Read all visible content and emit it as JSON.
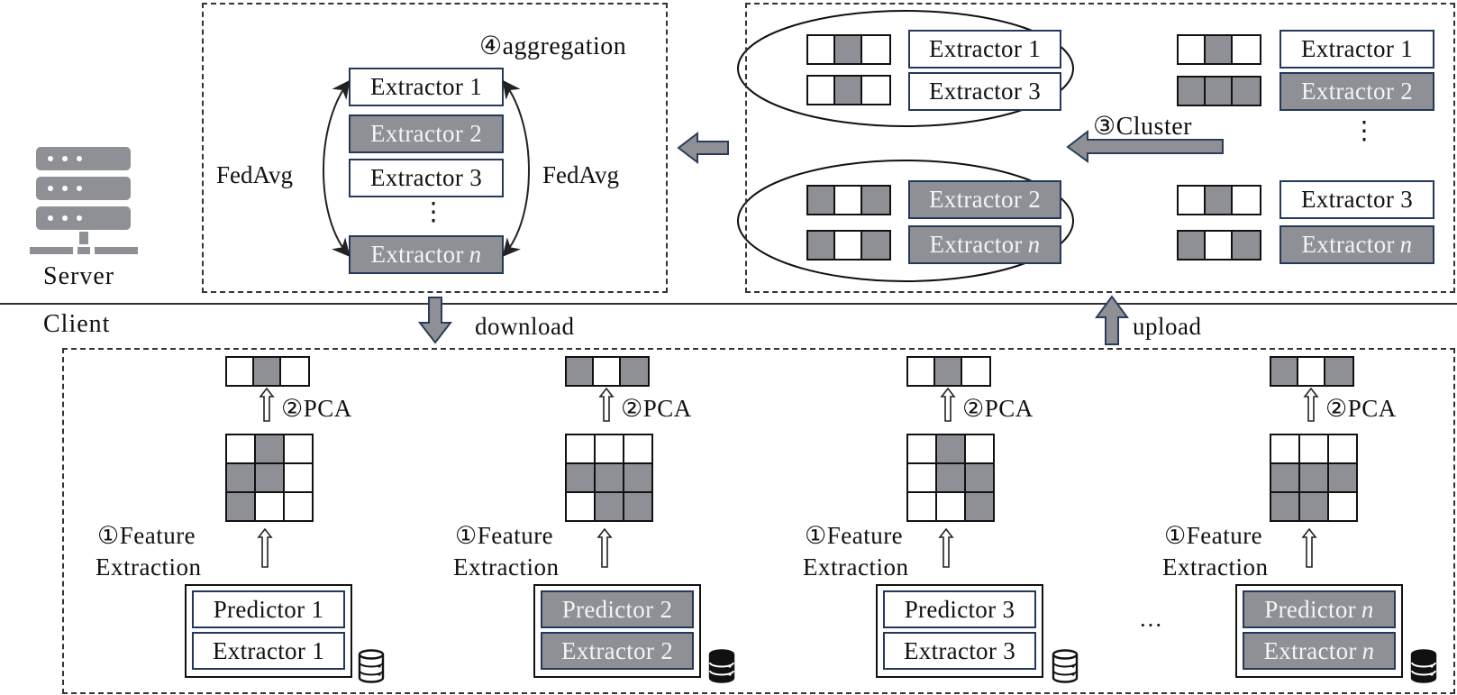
{
  "server": {
    "label": "Server",
    "icon": "server-rack-icon"
  },
  "client_label": "Client",
  "aggregation": {
    "step_label": "④aggregation",
    "fedavg_left": "FedAvg",
    "fedavg_right": "FedAvg",
    "extractors": [
      {
        "name": "Extractor",
        "id": "1",
        "italic_id": false,
        "group": "white"
      },
      {
        "name": "Extractor",
        "id": "2",
        "italic_id": false,
        "group": "gray"
      },
      {
        "name": "Extractor",
        "id": "3",
        "italic_id": false,
        "group": "white"
      },
      {
        "name": "Extractor",
        "id": "n",
        "italic_id": true,
        "group": "gray"
      }
    ],
    "ellipsis": "⋮"
  },
  "cluster": {
    "step_label": "③Cluster",
    "clusters": [
      {
        "members": [
          {
            "name": "Extractor",
            "id": "1",
            "italic_id": false,
            "group": "white",
            "vector": [
              0,
              1,
              0
            ]
          },
          {
            "name": "Extractor",
            "id": "3",
            "italic_id": false,
            "group": "white",
            "vector": [
              0,
              1,
              0
            ]
          }
        ]
      },
      {
        "members": [
          {
            "name": "Extractor",
            "id": "2",
            "italic_id": false,
            "group": "gray",
            "vector": [
              1,
              0,
              1
            ]
          },
          {
            "name": "Extractor",
            "id": "n",
            "italic_id": true,
            "group": "gray",
            "vector": [
              1,
              0,
              1
            ]
          }
        ]
      }
    ],
    "unclustered": [
      {
        "name": "Extractor",
        "id": "1",
        "italic_id": false,
        "group": "white",
        "vector": [
          0,
          1,
          0
        ]
      },
      {
        "name": "Extractor",
        "id": "2",
        "italic_id": false,
        "group": "gray",
        "vector": [
          1,
          1,
          1
        ]
      },
      {
        "name": "Extractor",
        "id": "3",
        "italic_id": false,
        "group": "white",
        "vector": [
          0,
          1,
          0
        ]
      },
      {
        "name": "Extractor",
        "id": "n",
        "italic_id": true,
        "group": "gray",
        "vector": [
          1,
          0,
          1
        ]
      }
    ],
    "ellipsis": "⋮"
  },
  "transfer": {
    "download": "download",
    "upload": "upload"
  },
  "clients": [
    {
      "pca_label": "②PCA",
      "fe_label_1": "①Feature",
      "fe_label_2": "Extraction",
      "vector": [
        0,
        1,
        0
      ],
      "matrix": [
        [
          0,
          1,
          0
        ],
        [
          1,
          1,
          0
        ],
        [
          1,
          0,
          0
        ]
      ],
      "predictor": {
        "name": "Predictor",
        "id": "1",
        "italic_id": false
      },
      "extractor": {
        "name": "Extractor",
        "id": "1",
        "italic_id": false
      },
      "group": "white",
      "db_icon": "database-outline-icon"
    },
    {
      "pca_label": "②PCA",
      "fe_label_1": "①Feature",
      "fe_label_2": "Extraction",
      "vector": [
        1,
        0,
        1
      ],
      "matrix": [
        [
          0,
          0,
          0
        ],
        [
          1,
          1,
          1
        ],
        [
          0,
          1,
          1
        ]
      ],
      "predictor": {
        "name": "Predictor",
        "id": "2",
        "italic_id": false
      },
      "extractor": {
        "name": "Extractor",
        "id": "2",
        "italic_id": false
      },
      "group": "gray",
      "db_icon": "database-filled-icon"
    },
    {
      "pca_label": "②PCA",
      "fe_label_1": "①Feature",
      "fe_label_2": "Extraction",
      "vector": [
        0,
        1,
        0
      ],
      "matrix": [
        [
          0,
          1,
          0
        ],
        [
          0,
          1,
          1
        ],
        [
          0,
          0,
          1
        ]
      ],
      "predictor": {
        "name": "Predictor",
        "id": "3",
        "italic_id": false
      },
      "extractor": {
        "name": "Extractor",
        "id": "3",
        "italic_id": false
      },
      "group": "white",
      "db_icon": "database-outline-icon"
    },
    {
      "pca_label": "②PCA",
      "fe_label_1": "①Feature",
      "fe_label_2": "Extraction",
      "vector": [
        1,
        0,
        1
      ],
      "matrix": [
        [
          0,
          0,
          0
        ],
        [
          1,
          1,
          1
        ],
        [
          1,
          1,
          0
        ]
      ],
      "predictor": {
        "name": "Predictor",
        "id": "n",
        "italic_id": true
      },
      "extractor": {
        "name": "Extractor",
        "id": "n",
        "italic_id": true
      },
      "group": "gray",
      "db_icon": "database-filled-icon"
    }
  ],
  "clients_ellipsis": "···",
  "colors": {
    "gray_fill": "#8e9095",
    "box_border": "#23395b",
    "arrow_fill": "#8e9095",
    "arrow_stroke": "#2b3d5a",
    "server_icon": "#8e9095"
  }
}
